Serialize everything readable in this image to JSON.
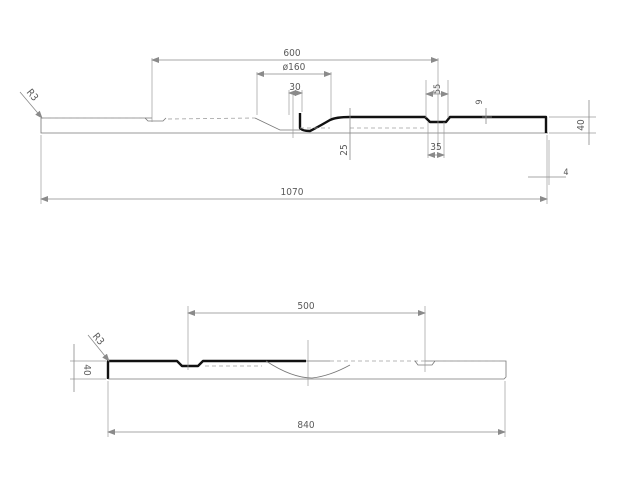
{
  "view_top": {
    "dim_600": "600",
    "dim_dia160": "ø160",
    "dim_30": "30",
    "dim_55": "55",
    "dim_9": "9",
    "dim_40": "40",
    "dim_25": "25",
    "dim_35": "35",
    "dim_4": "4",
    "dim_1070": "1070",
    "radius": "R3"
  },
  "view_bottom": {
    "dim_500": "500",
    "dim_40": "40",
    "dim_840": "840",
    "radius": "R3"
  }
}
